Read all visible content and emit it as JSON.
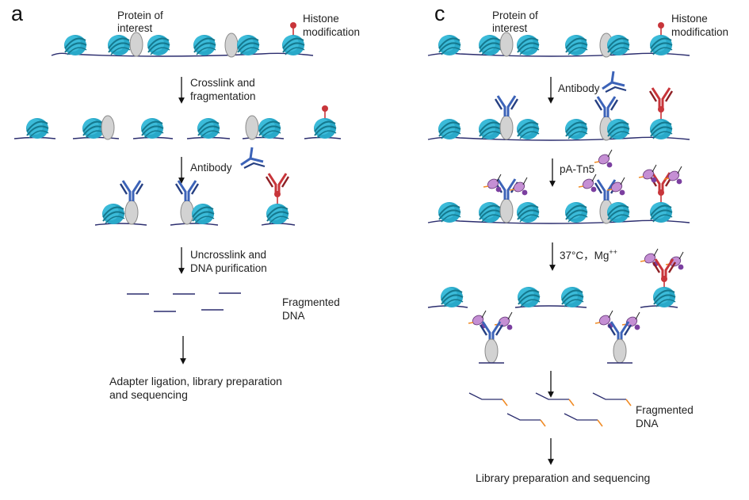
{
  "panels": {
    "a": {
      "letter": "a",
      "protein_label": [
        "Protein of",
        "interest"
      ],
      "histone_label": [
        "Histone",
        "modification"
      ],
      "step1": [
        "Crosslink and",
        "fragmentation"
      ],
      "step2": "Antibody",
      "step3": [
        "Uncrosslink and",
        "DNA purification"
      ],
      "fragmented": [
        "Fragmented",
        "DNA"
      ],
      "final": [
        "Adapter ligation, library preparation",
        "and sequencing"
      ]
    },
    "c": {
      "letter": "c",
      "protein_label": [
        "Protein of",
        "interest"
      ],
      "histone_label": [
        "Histone",
        "modification"
      ],
      "step1": "Antibody",
      "step2": "pA-Tn5",
      "step3": "37°C，Mg",
      "step3_sup": "++",
      "fragmented": [
        "Fragmented",
        "DNA"
      ],
      "final": "Library preparation and sequencing"
    }
  },
  "colors": {
    "nucleosome": "#29a9c9",
    "nucleosome_dark": "#15798f",
    "protein": "#d2d2d2",
    "antibody_blue": "#3c63b8",
    "antibody_red": "#c8353a",
    "histone_mark": "#c8353a",
    "tn5": "#c58fd4",
    "adapter": "#f08a24",
    "dna": "#2b2d6e"
  }
}
